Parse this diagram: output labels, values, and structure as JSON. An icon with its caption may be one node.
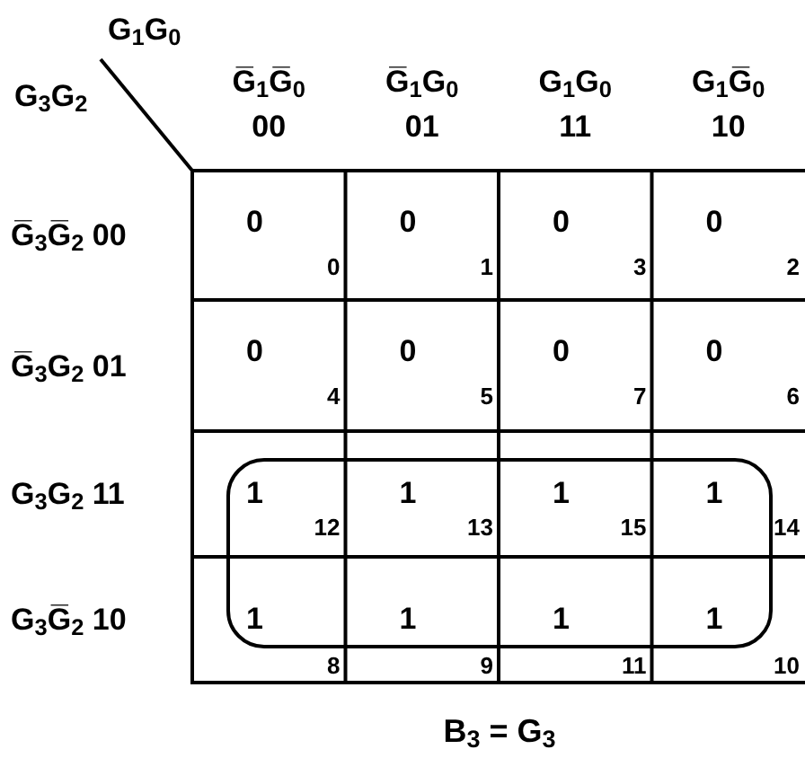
{
  "diagram": {
    "caption": "B$_{3}$ = G$_{3}$",
    "labels": [
      "G$_{1}$G$_{0}$",
      "G$_{3}$G$_{2}$",
      "G̅$_{1}$G̅$_{0}$",
      "00",
      "G̅$_{1}$G$_{0}$",
      "01",
      "G$_{1}$G$_{0}$",
      "11",
      "G$_{1}$G̅$_{0}$",
      "10",
      "G̅$_{3}$G̅$_{2}$ 00",
      "0",
      "0",
      "0",
      "1",
      "0",
      "3",
      "0",
      "2",
      "G̅$_{3}$G$_{2}$ 01",
      "0",
      "4",
      "0",
      "5",
      "0",
      "7",
      "0",
      "6",
      "G$_{3}$G$_{2}$ 11",
      "1",
      "12",
      "1",
      "13",
      "1",
      "15",
      "1",
      "14",
      "G$_{3}$G̅$_{2}$ 10",
      "1",
      "8",
      "1",
      "9",
      "1",
      "11",
      "1",
      "10"
    ]
  }
}
